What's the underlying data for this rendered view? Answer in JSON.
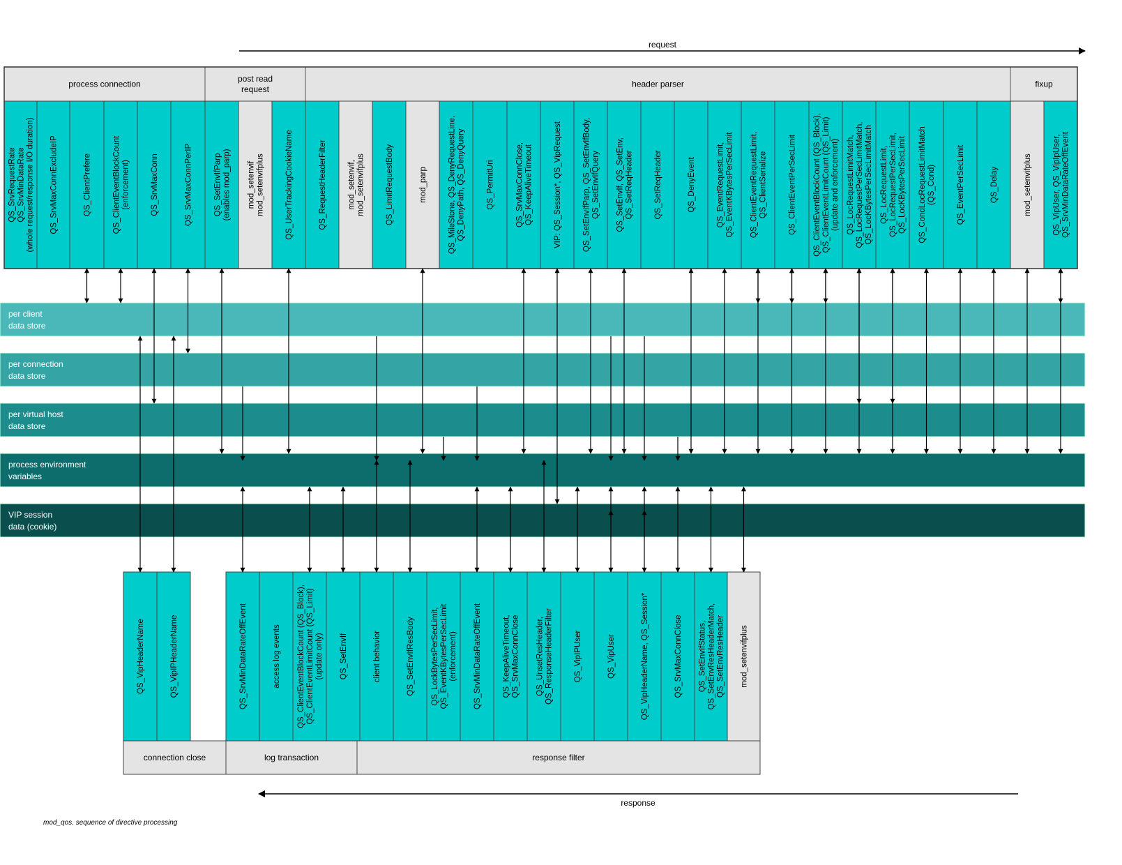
{
  "request_label": "request",
  "response_label": "response",
  "caption": "mod_qos. sequence of directive processing",
  "colors": {
    "teal": "#00cccc",
    "grey": "#e4e4e4",
    "band1": "#4ab8b8",
    "band2": "#34a4a4",
    "band3": "#1c8c8c",
    "band4": "#0d6c6c",
    "band5": "#0a4e4e",
    "ink": "#000000"
  },
  "phases_top": [
    "process connection",
    "post read\nrequest",
    "header parser",
    "fixup"
  ],
  "phases_bottom": [
    "connection close",
    "log transaction",
    "response filter"
  ],
  "bands": [
    "per client\ndata store",
    "per connection\ndata store",
    "per virtual host\ndata store",
    "process environment\nvariables",
    "VIP session\ndata (cookie)"
  ],
  "top_columns": [
    "QS_SrvRequestRate\nQS_SrvMinDataRate\n(whole request/response I/O duration)",
    "QS_SrvMaxConnExcludeIP",
    "QS_ClientPrefere",
    "QS_ClientEventBlockCount\n(enforcement)",
    "QS_SrvMaxConn",
    "QS_SrvMaxConnPerIP",
    "QS_SetEnvIfParp\n(enables mod_parp)",
    "mod_setenvif\nmod_setenvifplus",
    "QS_UserTrackingCookieName",
    "QS_RequestHeaderFilter",
    "mod_setenvif,\nmod_setenvifplus",
    "QS_LimitRequestBody",
    "mod_parp",
    "QS_MileStone, QS_DenyRequestLine,\nQS_DenyPath, QS_DenyQuery",
    "QS_PermitUri",
    "QS_SrvMaxConnClose,\nQS_KeepAliveTimeout",
    "VIP: QS_Session*, QS_VipRequest",
    "QS_SetEnvIfParp, QS_SetEnvIfBody,\nQS_SetEnvIfQuery",
    "QS_SetEnvIf, QS_SetEnv,\nQS_SetReqHeader",
    "QS_SetReqHeader",
    "QS_DenyEvent",
    "QS_EventRequestLimit,\nQS_EventKBytesPerSecLimit",
    "QS_ClientEventRequestLimit,\nQS_ClientSerialize",
    "QS_ClientEventPerSecLimit",
    "QS_ClientEventBlockCount (QS_Block),\nQS_ClientEventLimitCount (QS_Limit)\n(update and enforcement)",
    "QS_LocRequestLimitMatch,\nQS_LocRequestPerSecLimitMatch,\nQS_LocKBytesPerSecLimitMatch",
    "QS_LocRequestLimit,\nQS_LocRequestPerSecLimit,\nQS_LocKBytesPerSecLimit",
    "QS_CondLocRequestLimitMatch\n(QS_Cond)",
    "QS_EventPerSecLimit",
    "QS_Delay",
    "mod_setenvifplus",
    "QS_VipUser, QS_VipIpUser,\nQS_SrvMinDataRateOffEvent"
  ],
  "bottom_columns": [
    "QS_VipHeaderName",
    "QS_VipIPHeaderName",
    "QS_SrvMinDataRateOffEvent",
    "access log events",
    "QS_ClientEventBlockCount (QS_Block),\nQS_ClientEventLimitCount (QS_Limit)\n(update only)",
    "QS_SetEnvIf",
    "client behavior",
    "QS_SetEnvIfResBody",
    "QS_LockBytesPerSecLimit,\nQS_EventKBytesPerSecLimit\n(enforcement)",
    "QS_SrvMinDataRateOffEvent",
    "QS_KeepAliveTimeout,\nQS_SrvMaxConnClose",
    "QS_UnsetResHeader,\nQS_ResponseHeaderFilter",
    "QS_VipIPUser",
    "QS_VipUser",
    "QS_VipHeaderName, QS_Session*",
    "QS_SrvMaxConnClose",
    "QS_SetEnvIfStatus,\nQS_SetEnvResHeaderMatch,\nQS_SetEnvResHeader",
    "mod_setenvifplus"
  ]
}
